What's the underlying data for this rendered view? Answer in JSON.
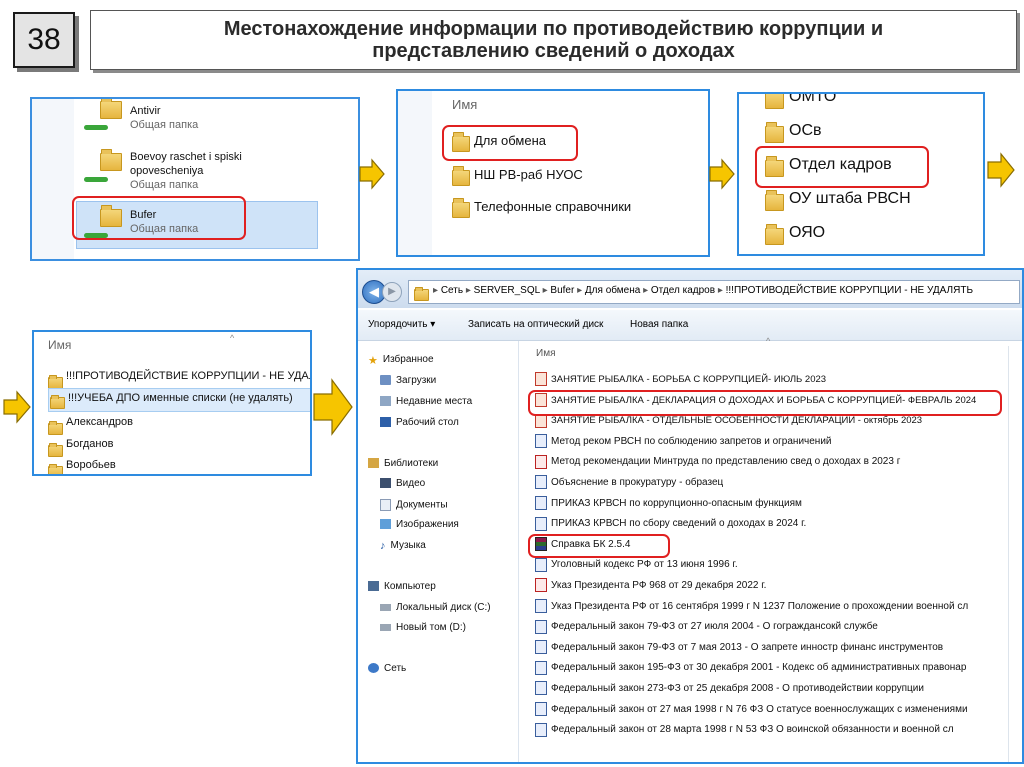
{
  "slide_number": "38",
  "title_line1": "Местонахождение информации по противодействию коррупции и",
  "title_line2": "представлению сведений о доходах",
  "panel1": {
    "items": [
      {
        "name": "Antivir",
        "type": "Общая папка"
      },
      {
        "name": "Boevoy raschet i spiski",
        "name2": "opovescheniya",
        "type": "Общая папка"
      },
      {
        "name": "Bufer",
        "type": "Общая папка"
      }
    ]
  },
  "panel2": {
    "header": "Имя",
    "items": [
      "Для обмена",
      "НШ РВ-раб НУОС",
      "Телефонные справочники"
    ]
  },
  "panel3": {
    "items": [
      "ОМТО",
      "ОСв",
      "Отдел кадров",
      "ОУ штаба РВСН",
      "ОЯО"
    ]
  },
  "panel4": {
    "header": "Имя",
    "items": [
      "!!!ПРОТИВОДЕЙСТВИЕ КОРРУПЦИИ  -  НЕ УДАЛЯТЬ",
      "!!!УЧЕБА ДПО именные списки (не удалять)",
      "Александров",
      "Богданов",
      "Воробьев"
    ]
  },
  "explorer": {
    "breadcrumb": [
      "Сеть",
      "SERVER_SQL",
      "Bufer",
      "Для обмена",
      "Отдел кадров",
      "!!!ПРОТИВОДЕЙСТВИЕ КОРРУПЦИИ  -  НЕ УДАЛЯТЬ"
    ],
    "toolbar": {
      "organize": "Упорядочить ▾",
      "burn": "Записать на оптический диск",
      "new_folder": "Новая папка"
    },
    "column_header": "Имя",
    "nav": {
      "favorites": "Избранное",
      "downloads": "Загрузки",
      "recent": "Недавние места",
      "desktop": "Рабочий стол",
      "libraries": "Библиотеки",
      "video": "Видео",
      "documents": "Документы",
      "images": "Изображения",
      "music": "Музыка",
      "computer": "Компьютер",
      "local_disk": "Локальный диск (C:)",
      "new_volume": "Новый том (D:)",
      "network": "Сеть"
    },
    "files": [
      {
        "name": "ЗАНЯТИЕ РЫБАЛКА - БОРЬБА С КОРРУПЦИЕЙ- ИЮЛЬ 2023",
        "icon": "ppt"
      },
      {
        "name": "ЗАНЯТИЕ РЫБАЛКА - ДЕКЛАРАЦИЯ О ДОХОДАХ И БОРЬБА С КОРРУПЦИЕЙ- ФЕВРАЛЬ 2024",
        "icon": "ppt"
      },
      {
        "name": "ЗАНЯТИЕ РЫБАЛКА - ОТДЕЛЬНЫЕ ОСОБЕННОСТИ ДЕКЛАРАЦИИ - октябрь 2023",
        "icon": "ppt"
      },
      {
        "name": "Метод реком РВСН по соблюдению запретов и ограничений",
        "icon": "doc"
      },
      {
        "name": "Метод рекомендации Минтруда по представлению свед о доходах в 2023 г",
        "icon": "pdf"
      },
      {
        "name": "Объяснение в прокуратуру - образец",
        "icon": "doc"
      },
      {
        "name": "ПРИКАЗ КРВСН по коррупционно-опасным функциям",
        "icon": "doc"
      },
      {
        "name": "ПРИКАЗ КРВСН по сбору сведений о доходах в 2024 г.",
        "icon": "doc"
      },
      {
        "name": "Справка БК 2.5.4",
        "icon": "rar"
      },
      {
        "name": "Уголовный кодекс РФ от 13 июня 1996 г.",
        "icon": "doc"
      },
      {
        "name": "Указ Президента РФ 968 от 29 декабря 2022 г.",
        "icon": "pdf"
      },
      {
        "name": "Указ Президента РФ от 16 сентября 1999 г N 1237  Положение о прохождении военной сл",
        "icon": "doc"
      },
      {
        "name": "Федеральный закон  79-ФЗ от 27 июля 2004 - О гограждансокй службе",
        "icon": "doc"
      },
      {
        "name": "Федеральный закон 79-ФЗ от 7 мая 2013 - О запрете инностр финанс инструментов",
        "icon": "doc"
      },
      {
        "name": "Федеральный закон 195-ФЗ от 30 декабря 2001 - Кодекс об административных правонар",
        "icon": "doc"
      },
      {
        "name": "Федеральный закон 273-ФЗ от 25 декабря 2008 - О противодействии коррупции",
        "icon": "doc"
      },
      {
        "name": "Федеральный закон от 27 мая 1998 г  N 76 ФЗ О статусе военнослужащих с изменениями",
        "icon": "doc"
      },
      {
        "name": "Федеральный закон от 28 марта 1998 г  N 53 ФЗ О воинской обязанности и военной сл",
        "icon": "doc"
      }
    ]
  },
  "colors": {
    "highlight": "#e02020",
    "panel_border": "#2e8be0",
    "arrow": "#f6c500"
  }
}
